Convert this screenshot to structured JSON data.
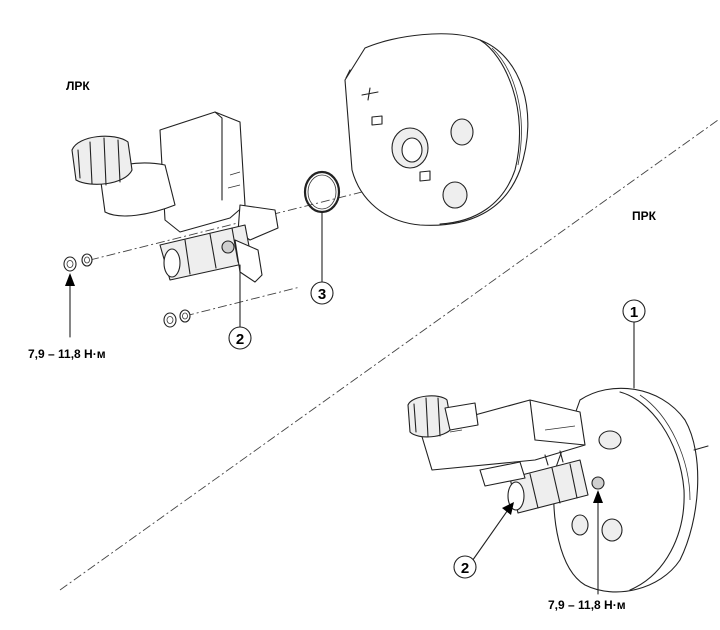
{
  "labels": {
    "lhd": "ЛРК",
    "rhd": "ПРК"
  },
  "torque": {
    "left": "7,9 – 11,8 Н·м",
    "right": "7,9 – 11,8 Н·м"
  },
  "callouts": {
    "booster": "1",
    "master_cylinder_left": "2",
    "master_cylinder_right": "2",
    "o_ring": "3"
  }
}
